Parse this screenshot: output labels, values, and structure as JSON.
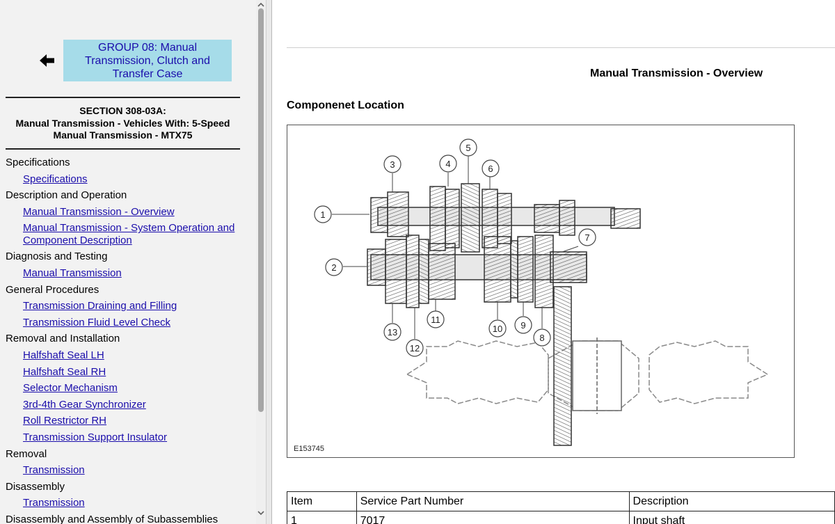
{
  "nav": {
    "group_label": "GROUP 08: Manual Transmission, Clutch and Transfer Case",
    "section": {
      "line1": "SECTION 308-03A:",
      "line2": "Manual Transmission - Vehicles With: 5-Speed",
      "line3": "Manual Transmission - MTX75"
    },
    "entries": [
      {
        "type": "category",
        "label": "Specifications"
      },
      {
        "type": "link",
        "label": "Specifications"
      },
      {
        "type": "category",
        "label": "Description and Operation"
      },
      {
        "type": "link",
        "label": "Manual Transmission - Overview"
      },
      {
        "type": "link",
        "label": "Manual Transmission - System Operation and Component Description"
      },
      {
        "type": "category",
        "label": "Diagnosis and Testing"
      },
      {
        "type": "link",
        "label": "Manual Transmission"
      },
      {
        "type": "category",
        "label": "General Procedures"
      },
      {
        "type": "link",
        "label": "Transmission Draining and Filling"
      },
      {
        "type": "link",
        "label": "Transmission Fluid Level Check"
      },
      {
        "type": "category",
        "label": "Removal and Installation"
      },
      {
        "type": "link",
        "label": "Halfshaft Seal LH"
      },
      {
        "type": "link",
        "label": "Halfshaft Seal RH"
      },
      {
        "type": "link",
        "label": "Selector Mechanism"
      },
      {
        "type": "link",
        "label": "3rd-4th Gear Synchronizer"
      },
      {
        "type": "link",
        "label": "Roll Restrictor RH"
      },
      {
        "type": "link",
        "label": "Transmission Support Insulator"
      },
      {
        "type": "category",
        "label": "Removal"
      },
      {
        "type": "link",
        "label": "Transmission"
      },
      {
        "type": "category",
        "label": "Disassembly"
      },
      {
        "type": "link",
        "label": "Transmission"
      },
      {
        "type": "category",
        "label": "Disassembly and Assembly of Subassemblies"
      }
    ]
  },
  "content": {
    "page_title": "Manual Transmission - Overview",
    "component_heading": "Componenet Location",
    "figure": {
      "id": "E153745",
      "callouts": [
        "1",
        "2",
        "3",
        "4",
        "5",
        "6",
        "7",
        "8",
        "9",
        "10",
        "11",
        "12",
        "13"
      ]
    },
    "table": {
      "headers": [
        "Item",
        "Service Part Number",
        "Description"
      ],
      "rows": [
        [
          "1",
          "7017",
          "Input shaft"
        ]
      ]
    }
  }
}
